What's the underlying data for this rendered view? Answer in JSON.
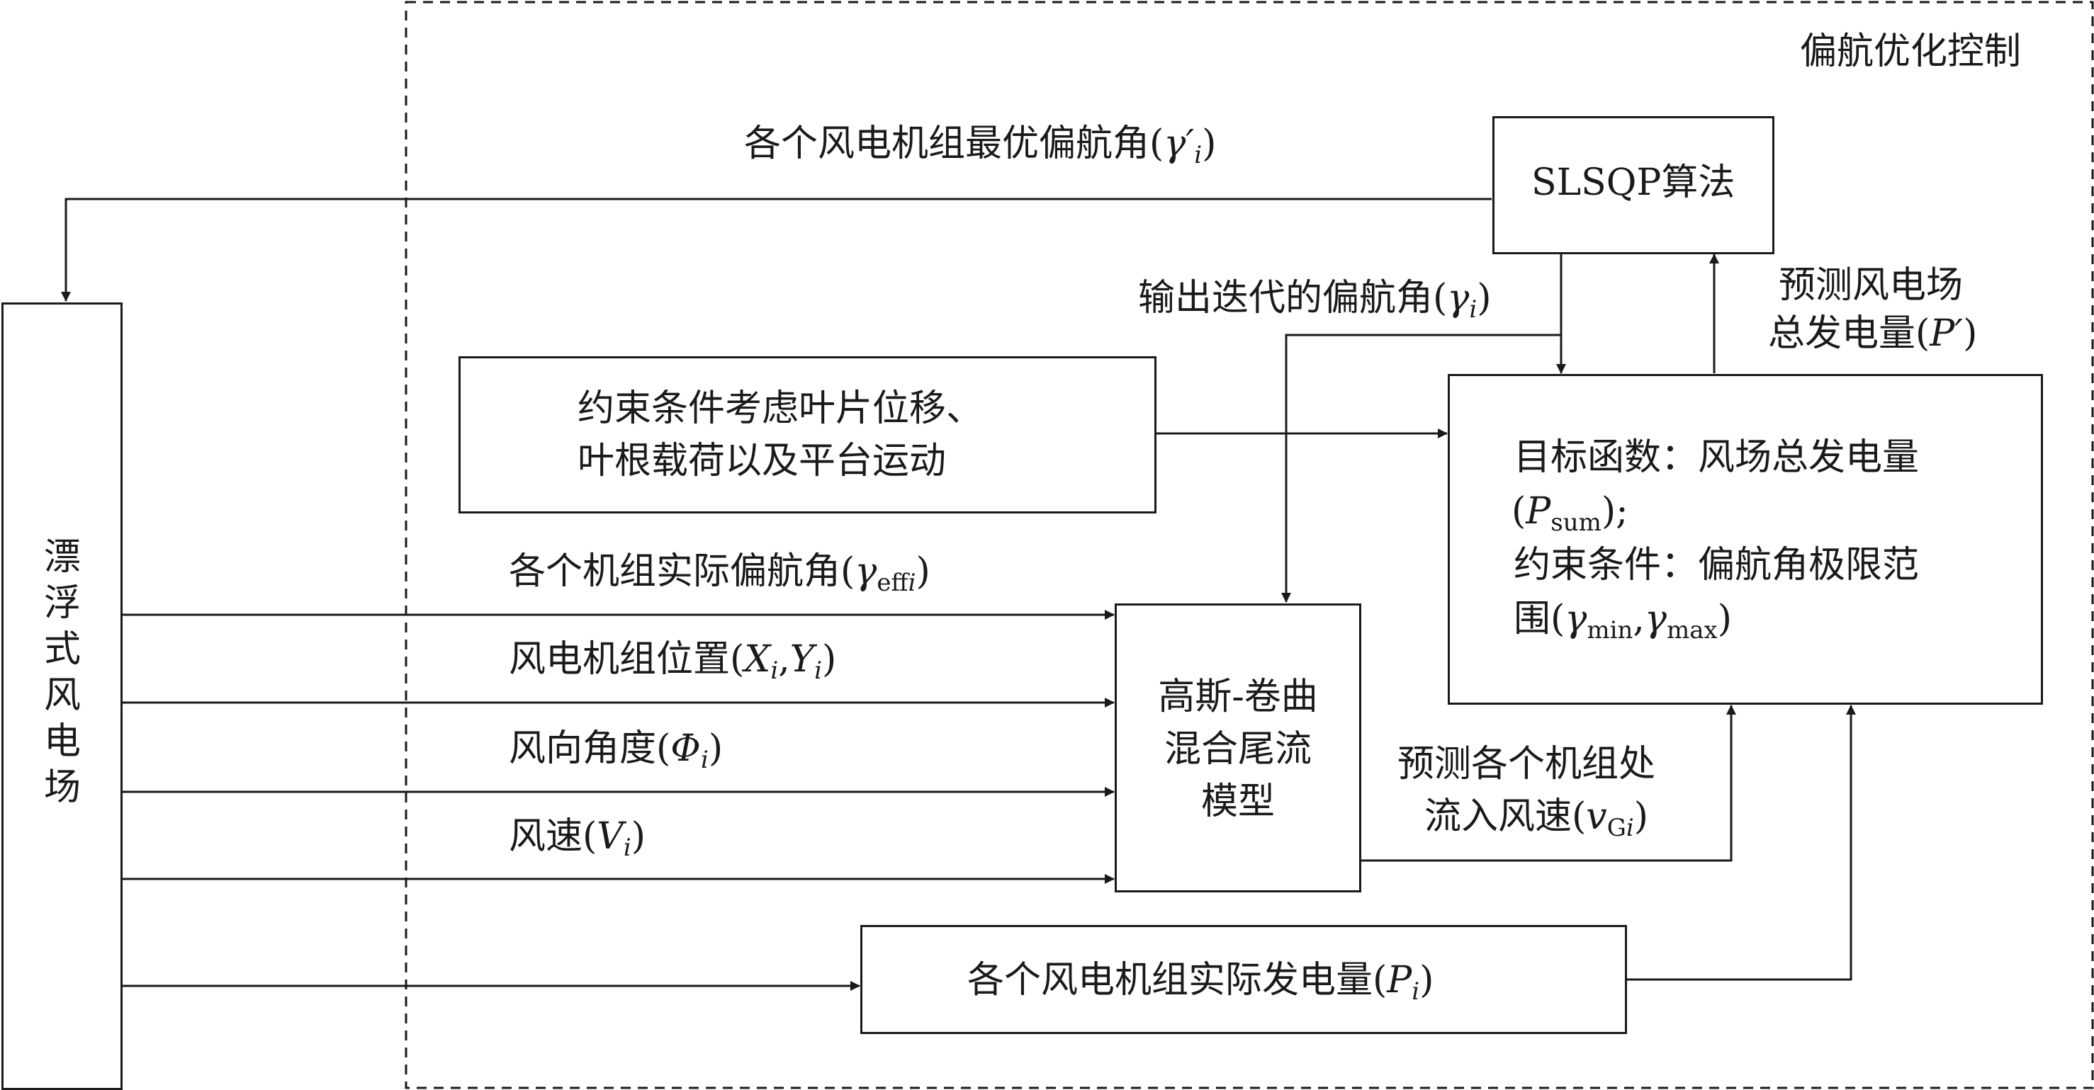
{
  "region_label": "偏航优化控制",
  "boxes": {
    "wind_farm": "漂浮式风电场",
    "slsqp": "SLSQP算法",
    "constraint_note": [
      "约束条件考虑叶片位移、",
      "叶根载荷以及平台运动"
    ],
    "wake_model": [
      "高斯-卷曲",
      "混合尾流",
      "模型"
    ],
    "objective": {
      "line1": "目标函数：风场总发电量",
      "line2_open": "(",
      "line2_var": "P",
      "line2_sub": "sum",
      "line2_close": ");",
      "line3": "约束条件：偏航角极限范",
      "line4_pre": "围(",
      "line4_var1": "γ",
      "line4_sub1": "min",
      "line4_comma": ",",
      "line4_var2": "γ",
      "line4_sub2": "max",
      "line4_close": ")"
    },
    "actual_power": {
      "pre": "各个风电机组实际发电量(",
      "var": "P",
      "sub": "i",
      "close": ")"
    }
  },
  "labels": {
    "optimal_yaw": {
      "pre": "各个风电机组最优偏航角(",
      "var": "γ′",
      "sub": "i",
      "close": ")"
    },
    "iter_yaw": {
      "pre": "输出迭代的偏航角(",
      "var": "γ",
      "sub": "i",
      "close": ")"
    },
    "pred_total": {
      "line1": "预测风电场",
      "line2_pre": "总发电量(",
      "line2_var": "P′",
      "line2_close": ")"
    },
    "actual_yaw": {
      "pre": "各个机组实际偏航角(",
      "var": "γ",
      "sub": "eff",
      "sub2": "i",
      "close": ")"
    },
    "position": {
      "pre": "风电机组位置(",
      "var1": "X",
      "sub1": "i",
      "comma": ",",
      "var2": "Y",
      "sub2": "i",
      "close": ")"
    },
    "direction": {
      "pre": "风向角度(",
      "var": "Φ",
      "sub": "i",
      "close": ")"
    },
    "speed": {
      "pre": "风速(",
      "var": "V",
      "sub": "i",
      "close": ")"
    },
    "pred_inflow": {
      "line1": "预测各个机组处",
      "line2_pre": "流入风速(",
      "line2_var": "v",
      "line2_sub": "G",
      "line2_sub2": "i",
      "line2_close": ")"
    }
  }
}
